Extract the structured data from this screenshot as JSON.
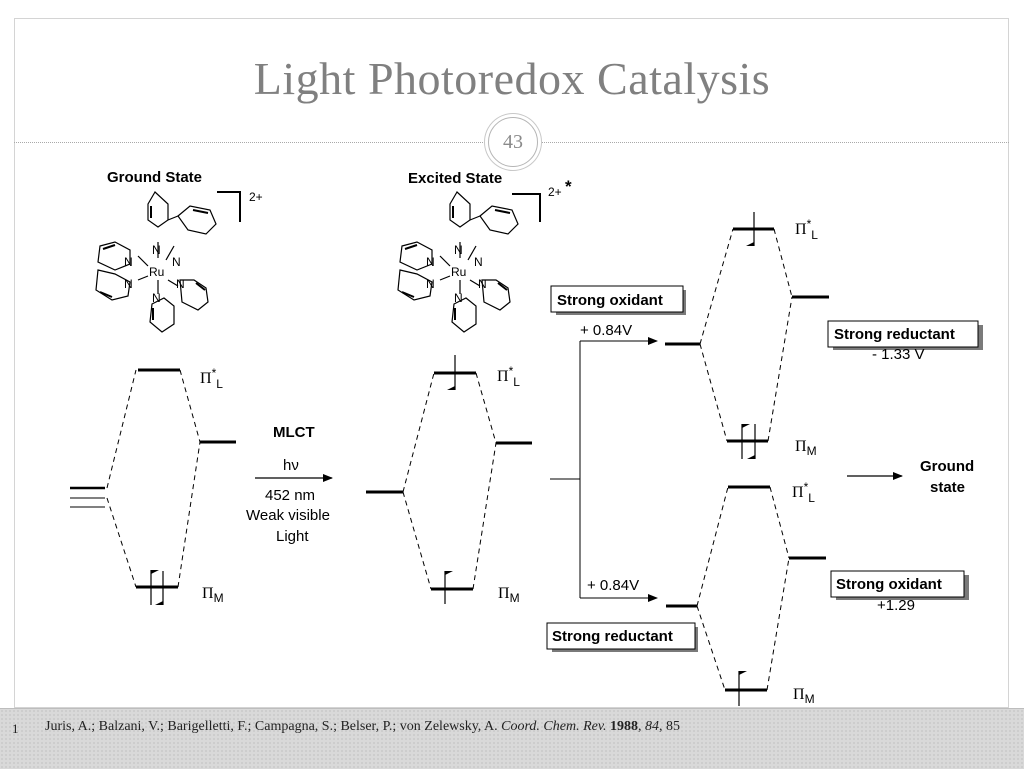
{
  "slide": {
    "title": "Light Photoredox Catalysis",
    "number": "43"
  },
  "labels": {
    "ground_state": "Ground State",
    "excited_state": "Excited State",
    "charge_ground": "2+",
    "charge_excited": "2+",
    "excited_star": "*",
    "metal": "Ru",
    "nitrogen": "N",
    "mlct": "MLCT",
    "hv": "hν",
    "wavelength": "452 nm",
    "weak_visible": "Weak visible",
    "light": "Light",
    "pi": "Π",
    "pi_star_sup": "*",
    "sub_L": "L",
    "sub_M": "M",
    "strong_oxidant": "Strong oxidant",
    "strong_reductant": "Strong reductant",
    "potential_upper": "+ 0.84V",
    "potential_lower": "+ 0.84V",
    "strong_reductant_value": "- 1.33 V",
    "strong_oxidant_value": "+1.29",
    "ground": "Ground",
    "state": "state"
  },
  "footnote": {
    "number": "1",
    "authors": "Juris, A.; Balzani, V.; Barigelletti, F.; Campagna, S.; Belser, P.; von Zelewsky, A. ",
    "journal": "Coord. Chem. Rev.",
    "year": "1988",
    "volume": "84",
    "pages": "85"
  }
}
